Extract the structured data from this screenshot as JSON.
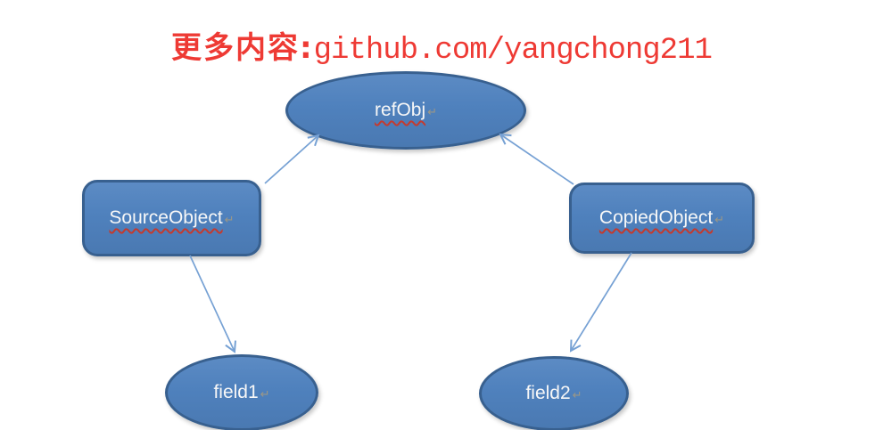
{
  "title": {
    "prefix_cn": "更多内容:",
    "url_text": "github.com/yangchong211",
    "color": "#ee3a34"
  },
  "diagram": {
    "nodes": {
      "refObj": {
        "label": "refObj",
        "shape": "ellipse",
        "spellcheck_underline": true
      },
      "source": {
        "label": "SourceObject",
        "shape": "rounded-rect",
        "spellcheck_underline": true
      },
      "copied": {
        "label": "CopiedObject",
        "shape": "rounded-rect",
        "spellcheck_underline": true
      },
      "field1": {
        "label": "field1",
        "shape": "ellipse",
        "spellcheck_underline": false
      },
      "field2": {
        "label": "field2",
        "shape": "ellipse",
        "spellcheck_underline": false
      }
    },
    "edges": [
      {
        "from": "SourceObject",
        "to": "refObj"
      },
      {
        "from": "CopiedObject",
        "to": "refObj"
      },
      {
        "from": "SourceObject",
        "to": "field1"
      },
      {
        "from": "CopiedObject",
        "to": "field2"
      }
    ],
    "colors": {
      "node_fill": "#4f81bd",
      "node_border": "#38608f",
      "arrow": "#76a1d4",
      "label_text": "#f7f7f7",
      "spellcheck_underline": "#c43a2e"
    },
    "return_mark": "↵"
  }
}
